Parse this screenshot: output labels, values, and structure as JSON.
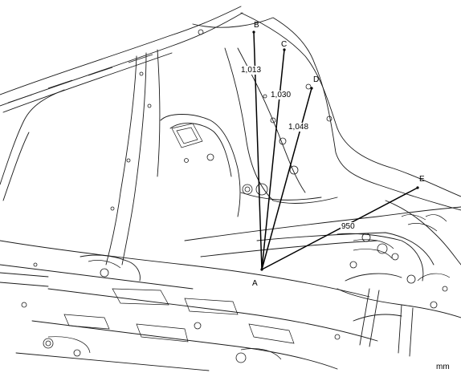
{
  "points": [
    {
      "id": "A",
      "label": "A"
    },
    {
      "id": "B",
      "label": "B"
    },
    {
      "id": "C",
      "label": "C"
    },
    {
      "id": "D",
      "label": "D"
    },
    {
      "id": "E",
      "label": "E"
    }
  ],
  "measurements": [
    {
      "from": "A",
      "to": "B",
      "value": "1,013"
    },
    {
      "from": "A",
      "to": "C",
      "value": "1,030"
    },
    {
      "from": "A",
      "to": "D",
      "value": "1,048"
    },
    {
      "from": "A",
      "to": "E",
      "value": "950"
    }
  ],
  "unit": "mm"
}
